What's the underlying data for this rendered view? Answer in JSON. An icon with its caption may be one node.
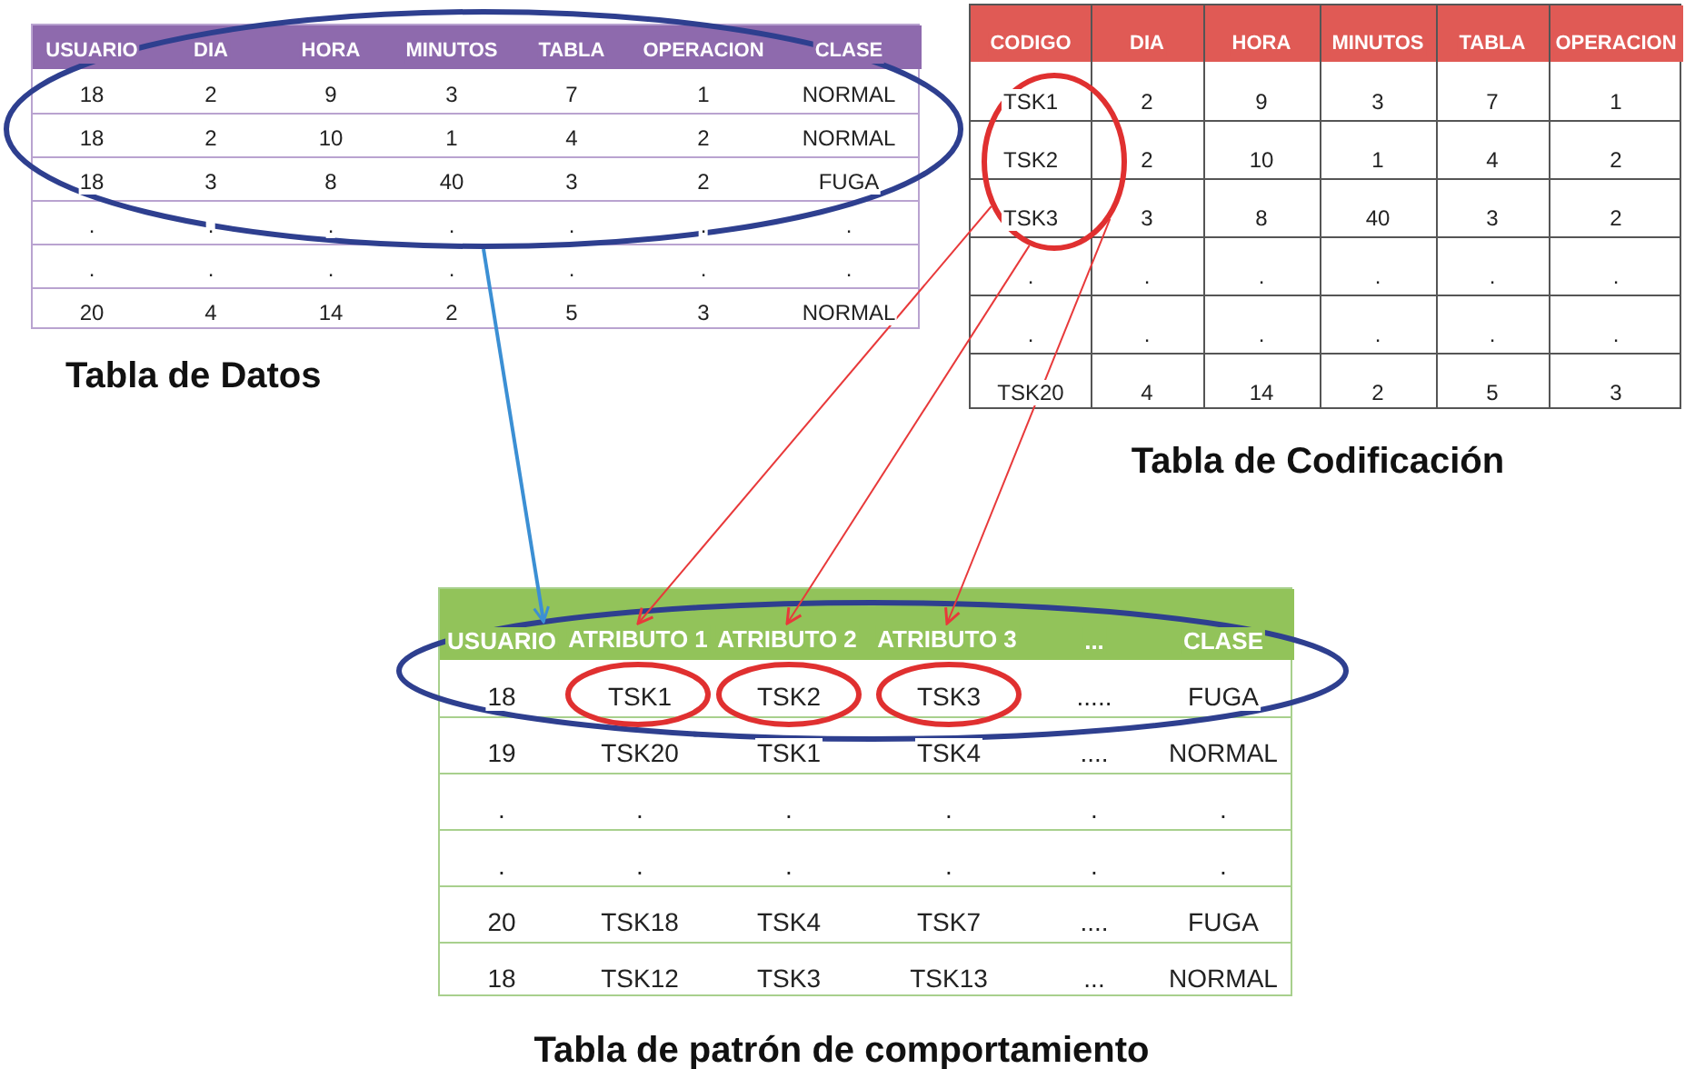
{
  "diagram": {
    "nodes": [
      {
        "text": [],
        "shape": "ellipse"
      },
      {
        "text": [],
        "shape": "ellipse"
      },
      {
        "text": [],
        "shape": "ellipse"
      },
      {
        "text": [
          "ATRIBUTO 1"
        ],
        "in": 2
      },
      {
        "text": [
          "ATRIBUTO 2"
        ],
        "in": 2
      },
      {
        "text": [
          "ATRIBUTO 3"
        ],
        "in": 2
      },
      {
        "text": [],
        "shape": "ellipse",
        "in": 2
      },
      {
        "text": [],
        "shape": "ellipse",
        "in": 2
      },
      {
        "text": [],
        "shape": "ellipse",
        "in": 2
      }
    ],
    "edges": [
      {
        "from": 0,
        "to": 2,
        "arrow": "to",
        "color": "#3b8fd4"
      },
      {
        "from": 1,
        "to": 3,
        "arrow": "to",
        "color": "#e8393a"
      },
      {
        "from": 1,
        "to": 4,
        "arrow": "to",
        "color": "#e8393a"
      },
      {
        "from": 1,
        "to": 5,
        "arrow": "to",
        "color": "#e8393a"
      }
    ],
    "labels": [
      "USUARIO",
      "DIA",
      "HORA",
      "MINUTOS",
      "TABLA",
      "OPERACION",
      "CLASE",
      "18",
      "2",
      "9",
      "3",
      "7",
      "1",
      "NORMAL",
      "18",
      "2",
      "10",
      "1",
      "4",
      "2",
      "NORMAL",
      "18",
      "3",
      "8",
      "40",
      "3",
      "2",
      "FUGA",
      ".",
      ".",
      ".",
      ".",
      ".",
      ".",
      ".",
      ".",
      ".",
      ".",
      ".",
      ".",
      ".",
      ".",
      "20",
      "4",
      "14",
      "2",
      "5",
      "3",
      "NORMAL",
      "Tabla de Datos",
      "CODIGO",
      "DIA",
      "HORA",
      "MINUTOS",
      "TABLA",
      "OPERACION",
      "TSK1",
      "2",
      "9",
      "3",
      "7",
      "1",
      "TSK2",
      "2",
      "10",
      "1",
      "4",
      "2",
      "TSK3",
      "3",
      "8",
      "40",
      "3",
      "2",
      ".",
      ".",
      ".",
      ".",
      ".",
      ".",
      ".",
      ".",
      ".",
      ".",
      ".",
      ".",
      "TSK20",
      "4",
      "14",
      "2",
      "5",
      "3",
      "Tabla de Codificación",
      "USUARIO",
      "...",
      "CLASE",
      "18",
      "TSK1",
      "TSK2",
      "TSK3",
      ".....",
      "FUGA",
      "19",
      "TSK20",
      "TSK1",
      "TSK4",
      "....",
      "NORMAL",
      ".",
      ".",
      ".",
      ".",
      ".",
      ".",
      ".",
      ".",
      ".",
      ".",
      ".",
      ".",
      "20",
      "TSK18",
      "TSK4",
      "TSK7",
      "....",
      "FUGA",
      "18",
      "TSK12",
      "TSK3",
      "TSK13",
      "...",
      "NORMAL",
      "Tabla de patrón de comportamiento"
    ]
  }
}
